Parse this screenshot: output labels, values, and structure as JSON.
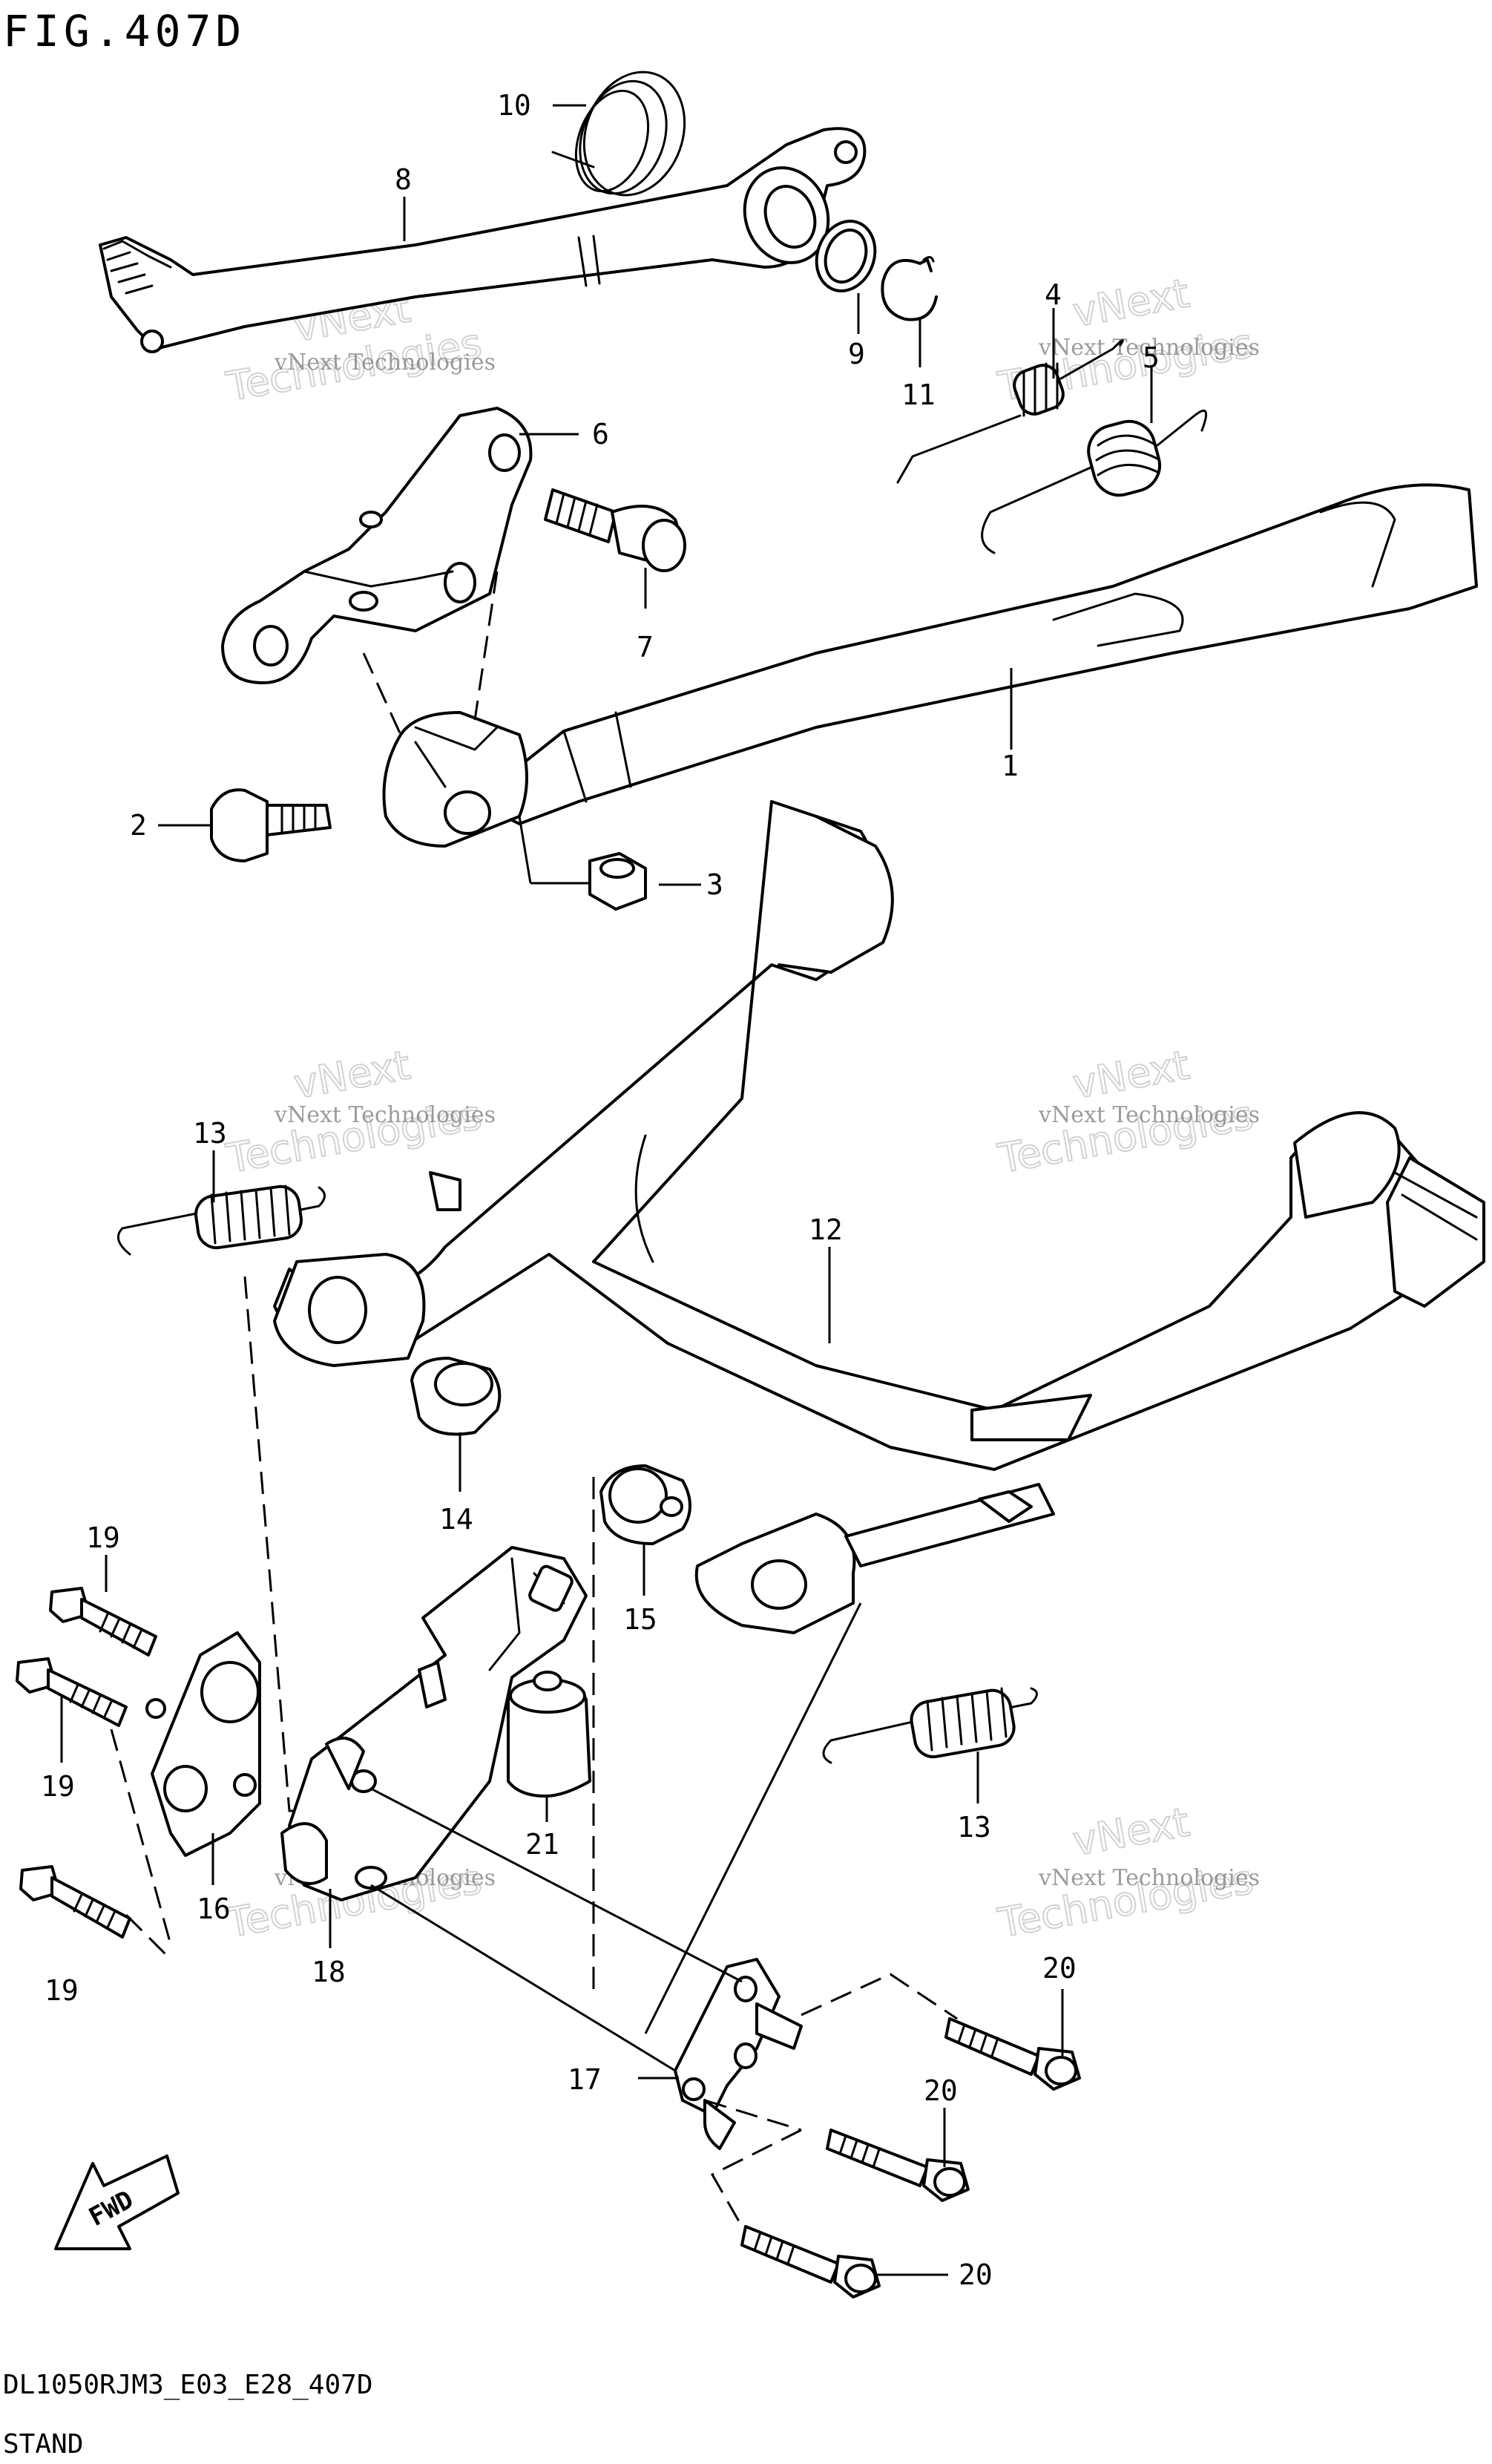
{
  "figure": {
    "title": "FIG.407D",
    "code": "DL1050RJM3_E03_E28_407D",
    "section": "STAND"
  },
  "watermark": {
    "line1": "vNext Technologies",
    "line2": "vNext",
    "line3": "Technologies"
  },
  "callouts": {
    "c1": "1",
    "c2": "2",
    "c3": "3",
    "c4": "4",
    "c5": "5",
    "c6": "6",
    "c7": "7",
    "c8": "8",
    "c9": "9",
    "c10": "10",
    "c11": "11",
    "c12": "12",
    "c13a": "13",
    "c13b": "13",
    "c14": "14",
    "c15": "15",
    "c16": "16",
    "c17": "17",
    "c18": "18",
    "c19a": "19",
    "c19b": "19",
    "c19c": "19",
    "c20a": "20",
    "c20b": "20",
    "c20c": "20",
    "c21": "21"
  },
  "fwd_label": "FWD"
}
